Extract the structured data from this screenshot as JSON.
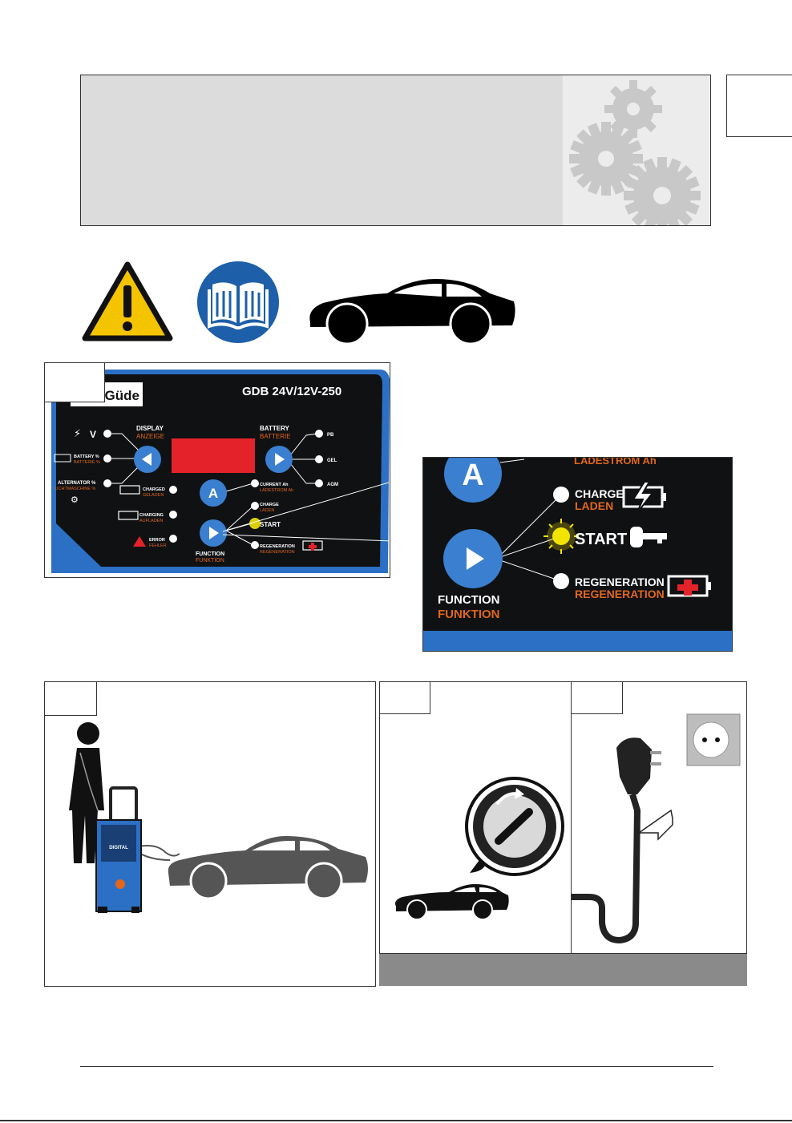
{
  "colors": {
    "banner_bg": "#dcdcdc",
    "gear_bg": "#ececec",
    "gear": "#c8c8c8",
    "warning_yellow": "#f5c400",
    "manual_blue": "#1d5fa8",
    "panel_dark": "#0f1113",
    "panel_blue": "#2b70c4",
    "button_blue": "#3a7fd0",
    "display_red": "#e4222a",
    "accent_orange": "#e2661c",
    "footer_gray": "#8a8a8a"
  },
  "panel": {
    "brand": "Güde",
    "model": "GDB 24V/12V-250",
    "display_label": "DISPLAY",
    "display_label_de": "ANZEIGE",
    "volt_label": "V",
    "battery_pct": "BATTERY %",
    "battery_pct_de": "BATTERIE %",
    "alternator_pct": "ALTERNATOR %",
    "alternator_pct_de": "LICHTMASCHINE %",
    "charged": "CHARGED",
    "charged_de": "GELADEN",
    "charging": "CHARGING",
    "charging_de": "AUFLADEN",
    "error": "ERROR",
    "error_de": "FEHLER",
    "battery_label": "BATTERY",
    "battery_label_de": "BATTERIE",
    "type_pb": "PB",
    "type_gel": "GEL",
    "type_agm": "AGM",
    "current": "CURRENT Ah",
    "current_de": "LADESTROM Ah",
    "charge": "CHARGE",
    "charge_de": "LADEN",
    "start": "START",
    "regeneration": "REGENERATION",
    "regeneration_de": "REGENERATION",
    "function": "FUNCTION",
    "function_de": "FUNKTION",
    "button_a": "A"
  },
  "zoom": {
    "current_de": "LADESTROM Ah",
    "button_a": "A",
    "charge": "CHARGE",
    "charge_de": "LADEN",
    "start": "START",
    "regeneration": "REGENERATION",
    "regeneration_de": "REGENERATION",
    "function": "FUNCTION",
    "function_de": "FUNKTION"
  },
  "charger_device": {
    "label": "DIGITAL"
  }
}
